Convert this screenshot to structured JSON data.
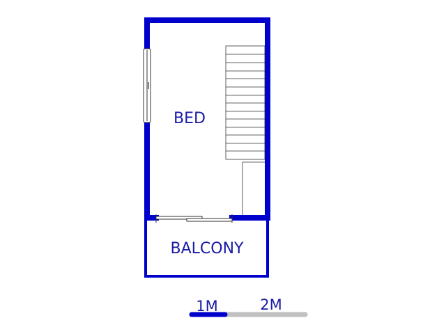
{
  "rooms": {
    "bed": "BED",
    "balcony": "BALCONY"
  },
  "scale_bar": {
    "label_1": "1M",
    "label_2": "2M"
  },
  "colors": {
    "wall": "#0000cc",
    "label": "#1a1aa6",
    "fixture_line": "#333333",
    "scale_filled": "#0000cc",
    "scale_empty": "#c0c0c0"
  }
}
